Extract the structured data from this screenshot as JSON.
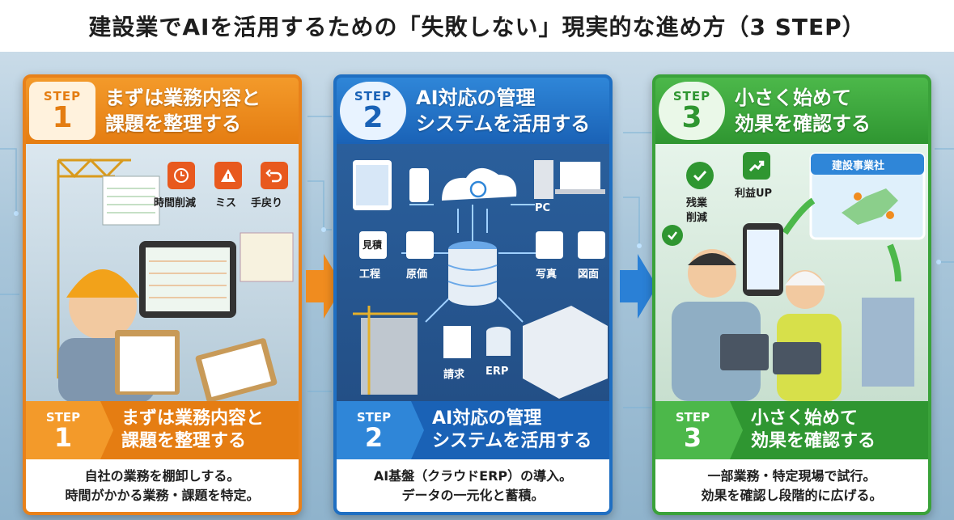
{
  "title": "建設業でAIを活用するための「失敗しない」現実的な進め方（3 STEP）",
  "steps": [
    {
      "label": "STEP",
      "number": "1",
      "heading_line1": "まずは業務内容と",
      "heading_line2": "課題を整理する",
      "desc_line1": "自社の業務を棚卸しする。",
      "desc_line2": "時間がかかる業務・課題を特定。",
      "icons": [
        "時間削減",
        "ミス",
        "手戻り"
      ]
    },
    {
      "label": "STEP",
      "number": "2",
      "heading_line1": "AI対応の管理",
      "heading_line2": "システムを活用する",
      "desc_line1": "AI基盤（クラウドERP）の導入。",
      "desc_line2": "データの一元化と蓄積。",
      "icons": [
        "PC",
        "見積",
        "工程",
        "原価",
        "写真",
        "図面",
        "請求",
        "ERP"
      ]
    },
    {
      "label": "STEP",
      "number": "3",
      "heading_line1": "小さく始めて",
      "heading_line2": "効果を確認する",
      "desc_line1": "一部業務・特定現場で試行。",
      "desc_line2": "効果を確認し段階的に広げる。",
      "icons": [
        "残業",
        "削減",
        "利益UP",
        "建設事業社"
      ]
    }
  ],
  "colors": {
    "step1": "#e8811a",
    "step2": "#1f6fc2",
    "step3": "#3aa23a"
  }
}
